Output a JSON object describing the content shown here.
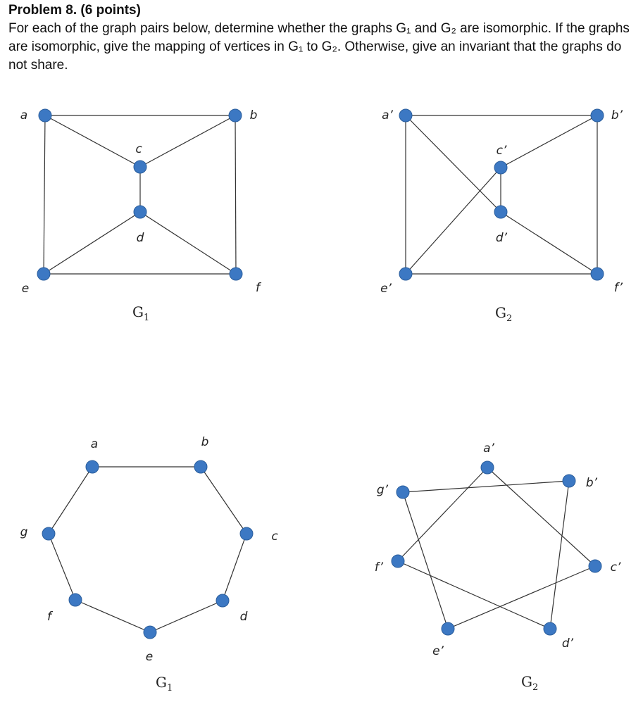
{
  "problem": {
    "title": "Problem 8. (6 points)",
    "text": "For each of the graph pairs below, determine whether the graphs G₁ and G₂ are isomorphic. If the graphs are isomorphic, give the mapping of vertices in G₁ to G₂. Otherwise, give an invariant that the graphs do not share."
  },
  "pair1": {
    "g1": {
      "name": "G",
      "subscript": "1",
      "vertices": [
        "a",
        "b",
        "c",
        "d",
        "e",
        "f"
      ],
      "edges": [
        [
          "a",
          "b"
        ],
        [
          "a",
          "e"
        ],
        [
          "a",
          "c"
        ],
        [
          "b",
          "c"
        ],
        [
          "b",
          "f"
        ],
        [
          "c",
          "d"
        ],
        [
          "d",
          "e"
        ],
        [
          "d",
          "f"
        ],
        [
          "e",
          "f"
        ]
      ]
    },
    "g2": {
      "name": "G",
      "subscript": "2",
      "vertices": [
        "a’",
        "b’",
        "c’",
        "d’",
        "e’",
        "f’"
      ],
      "edges": [
        [
          "a’",
          "b’"
        ],
        [
          "a’",
          "e’"
        ],
        [
          "a’",
          "d’"
        ],
        [
          "b’",
          "c’"
        ],
        [
          "b’",
          "f’"
        ],
        [
          "c’",
          "d’"
        ],
        [
          "c’",
          "e’"
        ],
        [
          "d’",
          "f’"
        ],
        [
          "e’",
          "f’"
        ]
      ]
    }
  },
  "pair2": {
    "g1": {
      "name": "G",
      "subscript": "1",
      "vertices": [
        "a",
        "b",
        "c",
        "d",
        "e",
        "f",
        "g"
      ],
      "edges": [
        [
          "a",
          "b"
        ],
        [
          "b",
          "c"
        ],
        [
          "c",
          "d"
        ],
        [
          "d",
          "e"
        ],
        [
          "e",
          "f"
        ],
        [
          "f",
          "g"
        ],
        [
          "g",
          "a"
        ]
      ]
    },
    "g2": {
      "name": "G",
      "subscript": "2",
      "vertices": [
        "a’",
        "b’",
        "c’",
        "d’",
        "e’",
        "f’",
        "g’"
      ],
      "edges": [
        [
          "g’",
          "b’"
        ],
        [
          "b’",
          "d’"
        ],
        [
          "d’",
          "f’"
        ],
        [
          "f’",
          "a’"
        ],
        [
          "a’",
          "c’"
        ],
        [
          "c’",
          "e’"
        ],
        [
          "e’",
          "g’"
        ]
      ]
    }
  },
  "colors": {
    "node_fill": "#3c78c3",
    "edge": "#333333"
  }
}
